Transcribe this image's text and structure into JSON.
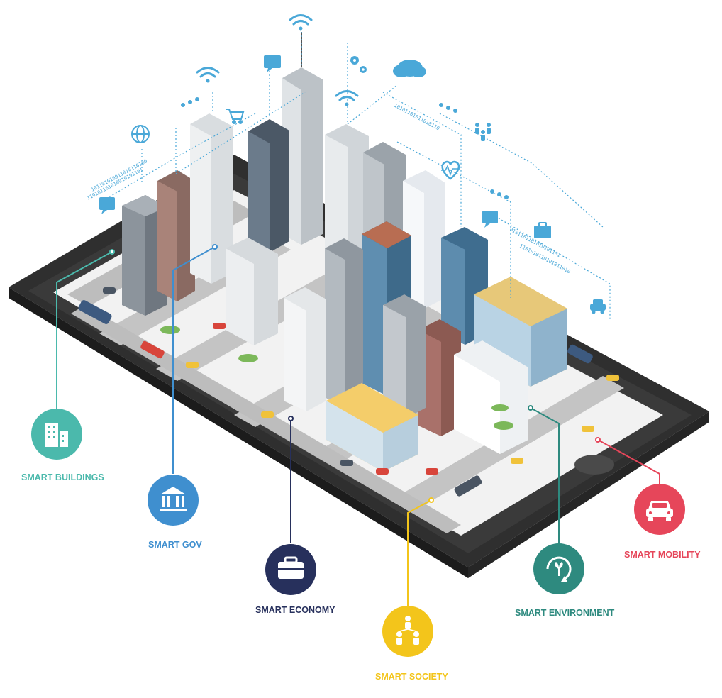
{
  "colors": {
    "buildings": "#4bb9ac",
    "gov": "#3f8fcf",
    "economy": "#27305c",
    "society": "#f3c51b",
    "environment": "#2e8a7f",
    "mobility": "#e6465a",
    "tablet": "#3a3a3a",
    "network": "#4aa8d8"
  },
  "categories": [
    {
      "key": "buildings",
      "label": "SMART BUILDINGS",
      "icon": "building-icon"
    },
    {
      "key": "gov",
      "label": "SMART GOV",
      "icon": "government-icon"
    },
    {
      "key": "economy",
      "label": "SMART ECONOMY",
      "icon": "briefcase-icon"
    },
    {
      "key": "society",
      "label": "SMART SOCIETY",
      "icon": "people-icon"
    },
    {
      "key": "environment",
      "label": "SMART ENVIRONMENT",
      "icon": "eco-cycle-icon"
    },
    {
      "key": "mobility",
      "label": "SMART MOBILITY",
      "icon": "car-icon"
    }
  ]
}
